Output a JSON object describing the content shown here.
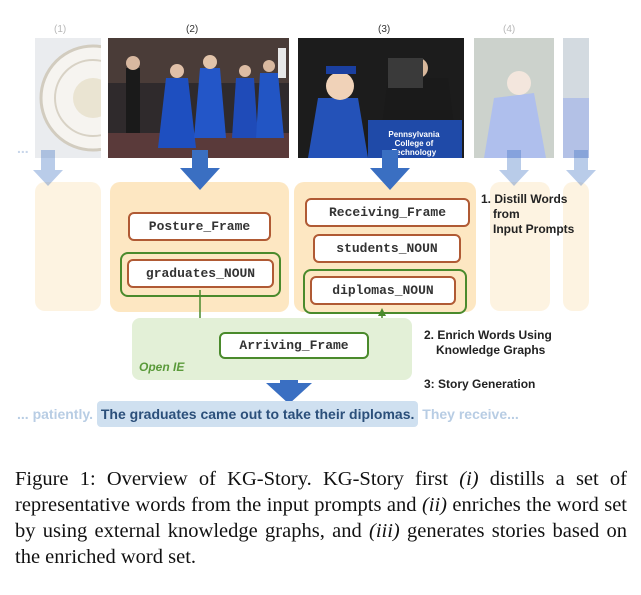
{
  "figure": {
    "panel_numbers": [
      "(1)",
      "(2)",
      "(3)",
      "(4)"
    ],
    "frames": {
      "posture": "Posture_Frame",
      "graduates": "graduates_NOUN",
      "receiving": "Receiving_Frame",
      "students": "students_NOUN",
      "diplomas": "diplomas_NOUN",
      "arriving": "Arriving_Frame"
    },
    "photo3_sign": "Pennsylvania College of Technology",
    "openie_label": "Open IE",
    "steps": {
      "step1": "1. Distill Words from Input Prompts",
      "step1_lines": [
        "1. Distill Words",
        "from",
        "Input Prompts"
      ],
      "step2_lines": [
        "2. Enrich Words Using",
        "Knowledge Graphs"
      ],
      "step3": "3: Story Generation"
    },
    "story": {
      "prefix_dots": "...",
      "prev": "patiently.",
      "main": "The graduates came out to take their diplomas.",
      "next": "They receive",
      "suffix_dots": "..."
    },
    "left_dots": "...",
    "colors": {
      "panel": "#fde7c2",
      "frame_border": "#b05a34",
      "kg_green": "#4a8a2c",
      "arrow_blue": "#3a6fc2",
      "story_highlight": "#cfe0f0"
    }
  },
  "caption": {
    "label": "Figure 1:",
    "text_1": " Overview of KG-Story. KG-Story first ",
    "i": "(i)",
    "text_2": " distills a set of representative words from the input prompts and ",
    "ii": "(ii)",
    "text_3": " enriches the word set by using external knowledge graphs, and ",
    "iii": "(iii)",
    "text_4": " generates stories based on the enriched word set."
  }
}
